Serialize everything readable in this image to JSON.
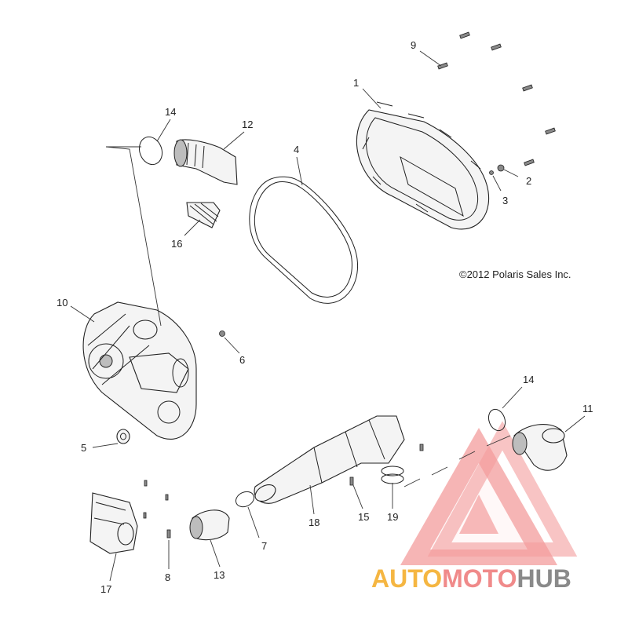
{
  "diagram": {
    "copyright": "©2012 Polaris Sales Inc.",
    "callouts": {
      "p1": "1",
      "p2": "2",
      "p3": "3",
      "p4": "4",
      "p5": "5",
      "p6": "6",
      "p7": "7",
      "p8": "8",
      "p9": "9",
      "p10": "10",
      "p11": "11",
      "p12": "12",
      "p13": "13",
      "p14a": "14",
      "p14b": "14",
      "p15": "15",
      "p16": "16",
      "p17": "17",
      "p18": "18",
      "p19": "19"
    }
  },
  "watermark": {
    "part1": "AUTO",
    "part2": "MOTO",
    "part3": "HUB",
    "colors": {
      "auto": "#f5b642",
      "moto": "#f08a8a",
      "hub": "#8a8a8a",
      "triangle": "#f28b8b"
    }
  }
}
